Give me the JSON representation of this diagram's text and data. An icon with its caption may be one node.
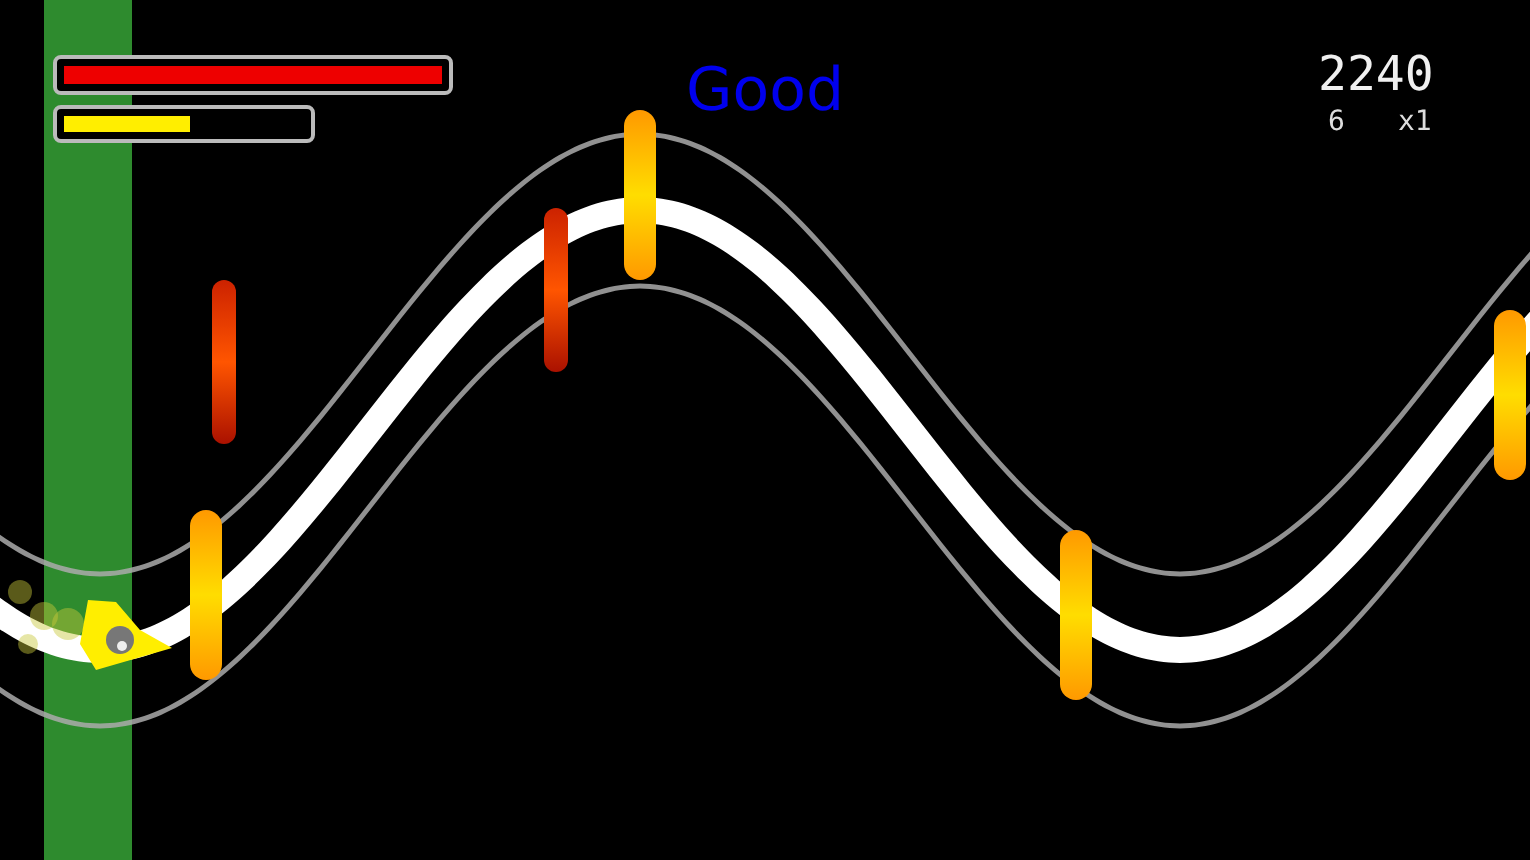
{
  "diagram": {
    "labels": [
      "Good",
      "2240",
      "6",
      "x1"
    ]
  }
}
